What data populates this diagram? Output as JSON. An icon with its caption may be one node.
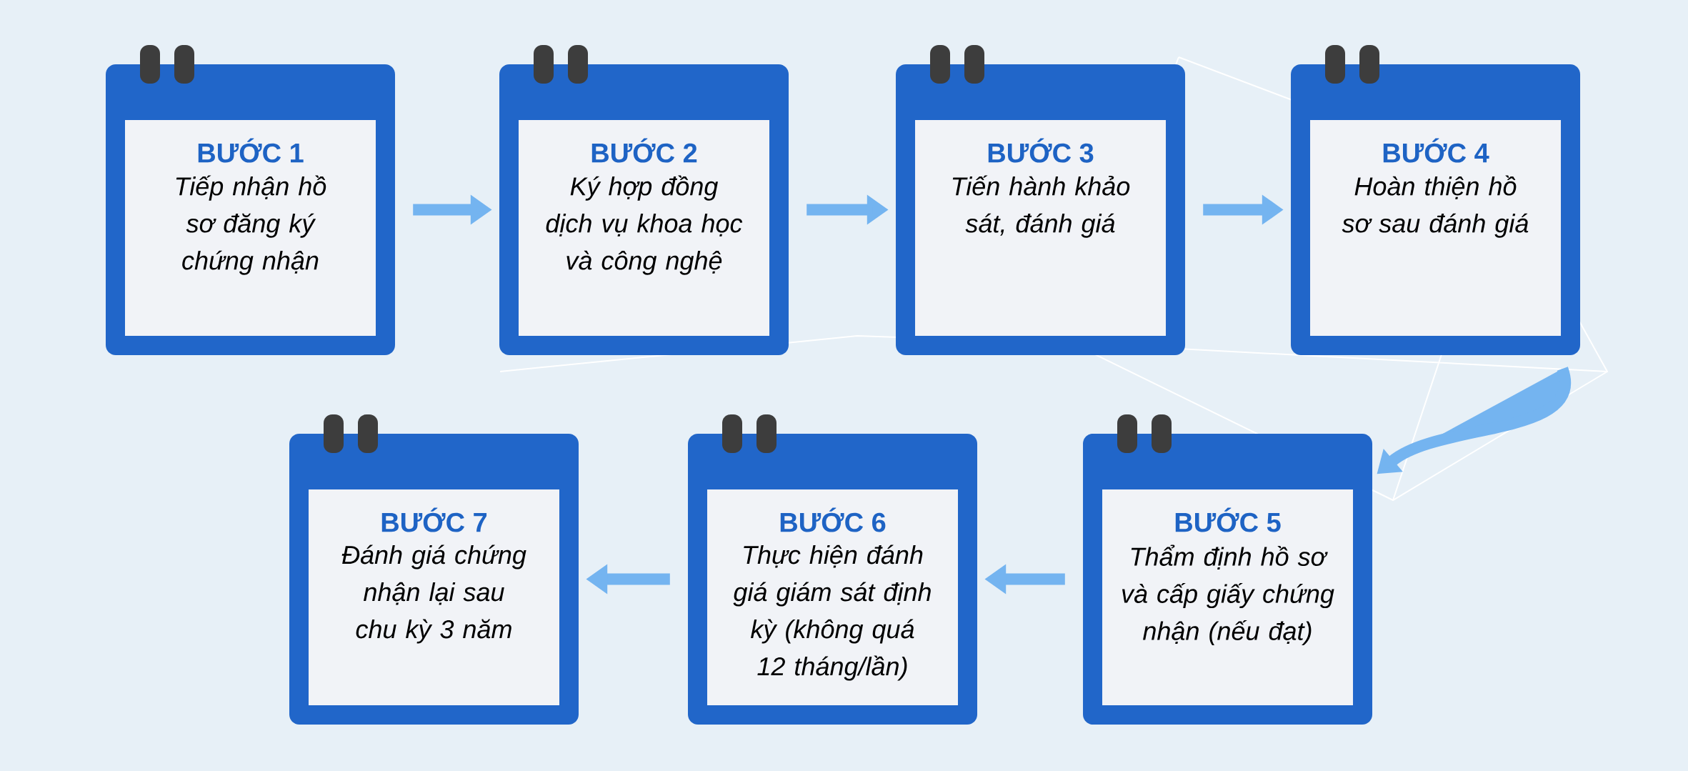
{
  "diagram": {
    "nodes": [
      {
        "text": [
          "BƯỚC 1",
          "Tiếp nhận hồ sơ đăng ký chứng nhận"
        ]
      },
      {
        "text": [
          "BƯỚC 2",
          "Ký hợp đồng dịch vụ khoa học và công nghệ"
        ]
      },
      {
        "text": [
          "BƯỚC 3",
          "Tiến hành khảo sát, đánh giá"
        ]
      },
      {
        "text": [
          "BƯỚC 4",
          "Hoàn thiện hồ sơ sau đánh giá"
        ]
      },
      {
        "text": [
          "BƯỚC 5",
          "Thẩm định hồ sơ và cấp giấy chứng nhận (nếu đạt)"
        ]
      },
      {
        "text": [
          "BƯỚC 6",
          "Thực hiện đánh giá giám sát định kỳ (không quá 12 tháng/lần)"
        ]
      },
      {
        "text": [
          "BƯỚC 7",
          "Đánh giá chứng nhận lại sau chu kỳ 3 năm"
        ]
      }
    ],
    "edges": [
      {
        "from": 0,
        "to": 1,
        "arrow": "to"
      },
      {
        "from": 1,
        "to": 2,
        "arrow": "to"
      },
      {
        "from": 2,
        "to": 3,
        "arrow": "to"
      },
      {
        "from": 3,
        "to": 4,
        "arrow": "to"
      },
      {
        "from": 4,
        "to": 5,
        "arrow": "to"
      },
      {
        "from": 5,
        "to": 6,
        "arrow": "to"
      }
    ]
  }
}
